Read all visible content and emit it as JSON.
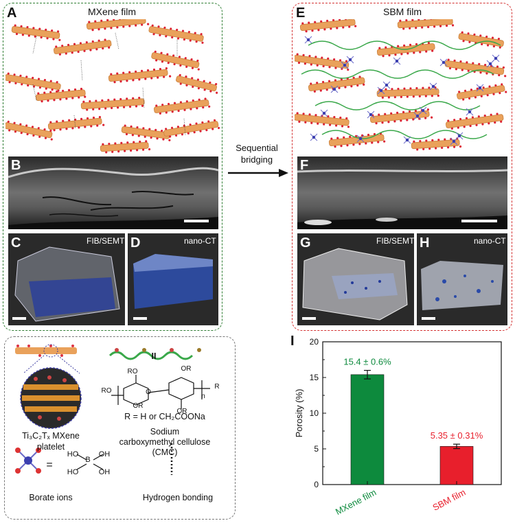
{
  "panels": {
    "A": {
      "letter": "A",
      "title": "MXene film"
    },
    "B": {
      "letter": "B"
    },
    "C": {
      "letter": "C",
      "label": "FIB/SEMT"
    },
    "D": {
      "letter": "D",
      "label": "nano-CT"
    },
    "E": {
      "letter": "E",
      "title": "SBM film"
    },
    "F": {
      "letter": "F"
    },
    "G": {
      "letter": "G",
      "label": "FIB/SEMT"
    },
    "H": {
      "letter": "H",
      "label": "nano-CT"
    },
    "I": {
      "letter": "I"
    }
  },
  "arrow": {
    "line1": "Sequential",
    "line2": "bridging"
  },
  "legend": {
    "mxene_label": "Ti₃C₂Tₓ MXene platelet",
    "mxene_line1": "Ti",
    "cmc_r_label": "R = H or CH₂COONa",
    "cmc_name_1": "Sodium",
    "cmc_name_2": "carboxymethyl cellulose",
    "cmc_name_3": "(CMC)",
    "equals": "=",
    "double_bar": "II",
    "borate_label": "Borate ions",
    "hbond_label": "Hydrogen bonding",
    "ho1": "HO",
    "oh1": "OH",
    "ho2": "HO",
    "oh2": "OH",
    "b": "B",
    "ro1": "RO",
    "ro2": "RO",
    "or1": "OR",
    "or2": "OR",
    "or3": "OR",
    "oh_chain": "O",
    "n_sub": "n",
    "r_end": "R",
    "o_top": "O",
    "o_mid": "O"
  },
  "colors": {
    "mxene_bar": "#0d8a3d",
    "sbm_bar": "#e81f2c",
    "green_frame": "#2e7d32",
    "red_frame": "#d32f2f",
    "platelet": "#e9a15b",
    "cmc": "#3aa84a",
    "borate": "#3b3fb0"
  },
  "chart_data": {
    "type": "bar",
    "categories": [
      "MXene film",
      "SBM film"
    ],
    "values": [
      15.4,
      5.35
    ],
    "errors": [
      0.6,
      0.31
    ],
    "data_labels": [
      "15.4 ± 0.6%",
      "5.35 ± 0.31%"
    ],
    "ylabel": "Porosity (%)",
    "ylim": [
      0,
      20
    ],
    "yticks": [
      "0",
      "5",
      "10",
      "15",
      "20"
    ],
    "colors": [
      "#0d8a3d",
      "#e81f2c"
    ]
  }
}
